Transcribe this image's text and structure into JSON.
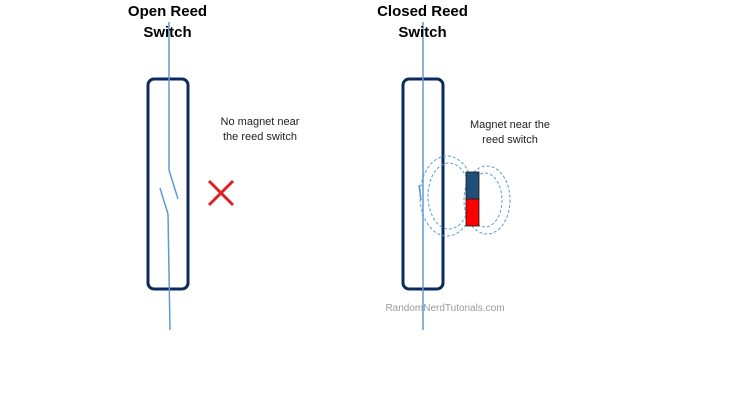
{
  "open_switch": {
    "title": "Open Reed\nSwitch",
    "note": "No magnet near\nthe reed switch",
    "status_icon": "x-mark-icon"
  },
  "closed_switch": {
    "title": "Closed Reed\nSwitch",
    "note": "Magnet near the\nreed switch"
  },
  "watermark": "RandomNerdTutorials.com",
  "colors": {
    "switch_body": "#0c2a5c",
    "wire": "#5b9bd5",
    "x_mark": "#e02020",
    "magnet_north": "#1f4e79",
    "magnet_south": "#ff0000",
    "field_lines": "#5b9bd5"
  }
}
